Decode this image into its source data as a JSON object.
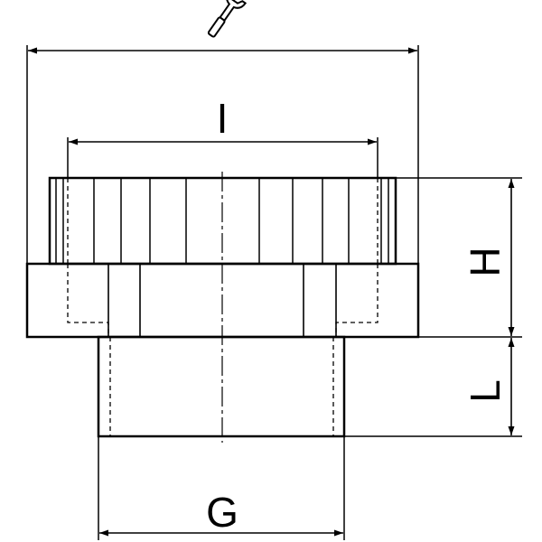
{
  "labels": {
    "across_flats": "",
    "inner_diameter": "I",
    "height": "H",
    "thread_length": "L",
    "thread": "G"
  },
  "icons": {
    "across_flats": "open-end-wrench-icon"
  },
  "colors": {
    "line": "#000000",
    "background": "#ffffff"
  }
}
